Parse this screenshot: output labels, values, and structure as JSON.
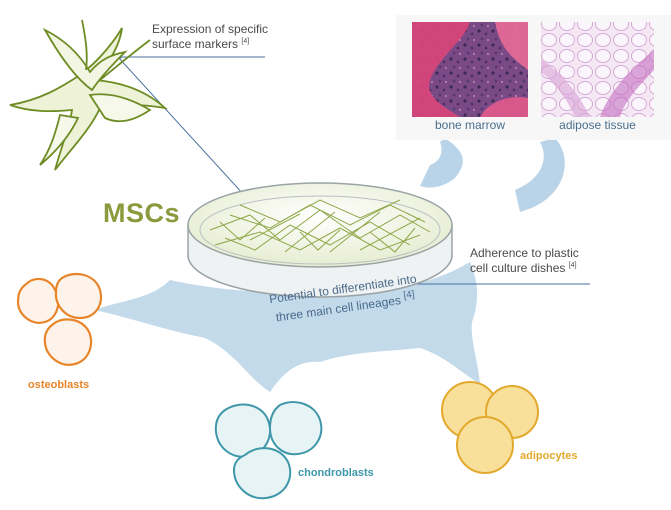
{
  "title": "MSCs",
  "labels": {
    "surface_markers": {
      "line1": "Expression of specific",
      "line2": "surface markers",
      "ref": "[4]"
    },
    "adherence": {
      "line1": "Adherence to plastic",
      "line2": "cell culture dishes",
      "ref": "[4]"
    },
    "differentiate": {
      "line1": "Potential to differentiate into",
      "line2": "three main cell lineages",
      "ref": "[4]"
    }
  },
  "tissues": [
    {
      "caption": "bone marrow"
    },
    {
      "caption": "adipose tissue"
    }
  ],
  "lineages": [
    {
      "name": "osteoblasts",
      "color": "#e8852a"
    },
    {
      "name": "chondroblasts",
      "color": "#3f97aa"
    },
    {
      "name": "adipocytes",
      "color": "#e2a92d"
    }
  ],
  "colors": {
    "cell_outline": "#6e8c24",
    "cell_fill": "#eef2d6",
    "arrow_fill": "#b9d3e8",
    "leader_line": "#4a72a0",
    "bone_pink": "#d8457a",
    "adipose_lilac": "#d9a9d6"
  }
}
